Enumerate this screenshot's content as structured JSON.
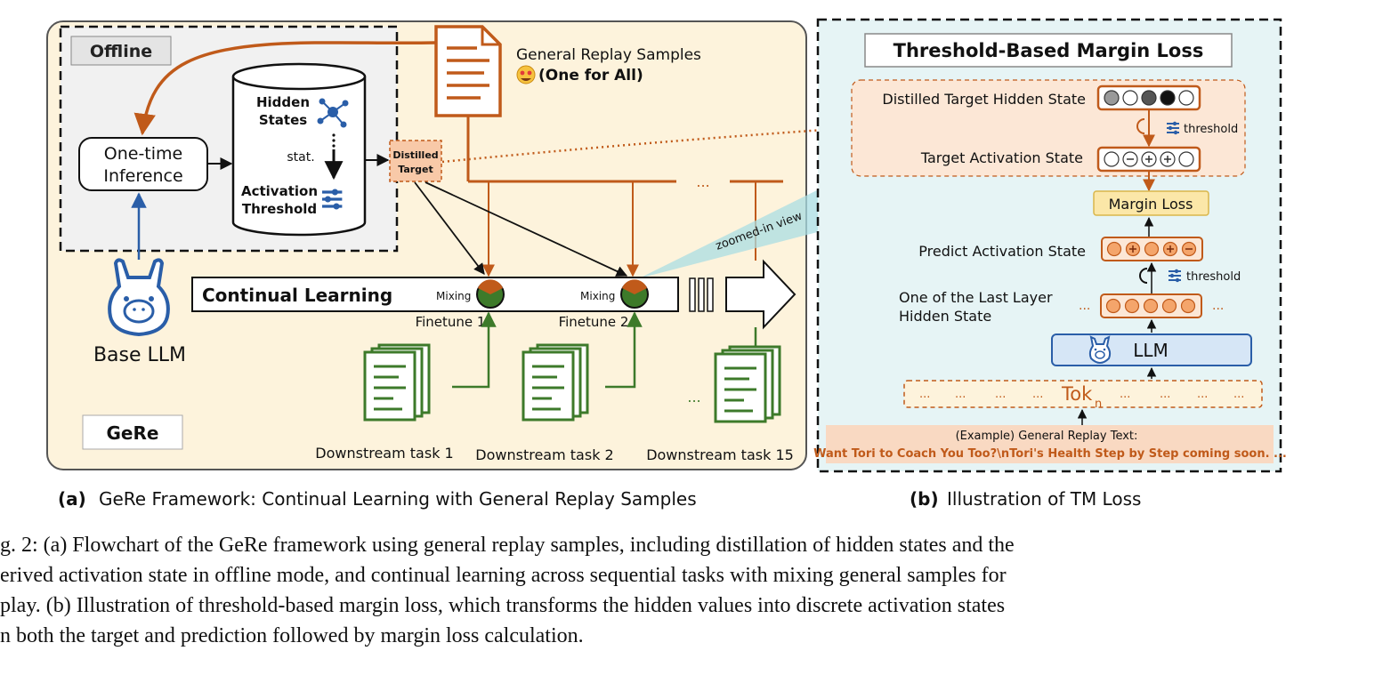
{
  "panel_a": {
    "offline_label": "Offline",
    "one_time_inference": [
      "One-time",
      "Inference"
    ],
    "hidden_states": [
      "Hidden",
      "States"
    ],
    "stat_label": "stat.",
    "activation_threshold": [
      "Activation",
      "Threshold"
    ],
    "distilled_target": [
      "Distilled",
      "Target"
    ],
    "general_replay_samples": "General Replay Samples",
    "one_for_all": "(One for All)",
    "ellipsis": "...",
    "continual_learning": "Continual Learning",
    "mixing": "Mixing",
    "finetune_1": "Finetune 1",
    "finetune_2": "Finetune 2",
    "zoomed_in_view": "zoomed-in view",
    "base_llm": "Base LLM",
    "gere": "GeRe",
    "downstream_task_1": "Downstream task 1",
    "downstream_task_2": "Downstream task 2",
    "downstream_task_15": "Downstream task 15",
    "caption_bold": "(a)",
    "caption_text": "GeRe Framework: Continual  Learning with General Replay Samples"
  },
  "panel_b": {
    "title": "Threshold-Based Margin Loss",
    "distilled_target_hidden_state": "Distilled Target Hidden State",
    "threshold": "threshold",
    "target_activation_state": "Target Activation State",
    "margin_loss": "Margin Loss",
    "predict_activation_state": "Predict Activation State",
    "last_layer_hidden_state": [
      "One of the Last Layer",
      "Hidden State"
    ],
    "llm": "LLM",
    "tok": "Tok",
    "tok_sub": "n",
    "dots": "...",
    "example_label": "(Example)  General Replay Text:",
    "example_text": "Want Tori to Coach You Too?\\nTori's Health Step by Step coming soon. ...",
    "caption_bold": "(b)",
    "caption_text": "Illustration of TM Loss"
  },
  "figure_caption": [
    "g. 2: (a) Flowchart of the GeRe framework using general replay samples, including distillation of hidden states and the",
    "erived activation state in offline mode, and continual learning across sequential tasks with mixing general samples for",
    "play. (b) Illustration of threshold-based margin loss, which transforms the hidden values into discrete activation states",
    "n both the target and prediction followed by margin loss calculation."
  ],
  "colors": {
    "orange": "#c05a1a",
    "green": "#3d7a2a",
    "blue": "#2a5ea8",
    "panel_a_bg": "#fdf3dc",
    "panel_b_bg": "#e6f4f5",
    "highlight": "#fbe7a8"
  }
}
